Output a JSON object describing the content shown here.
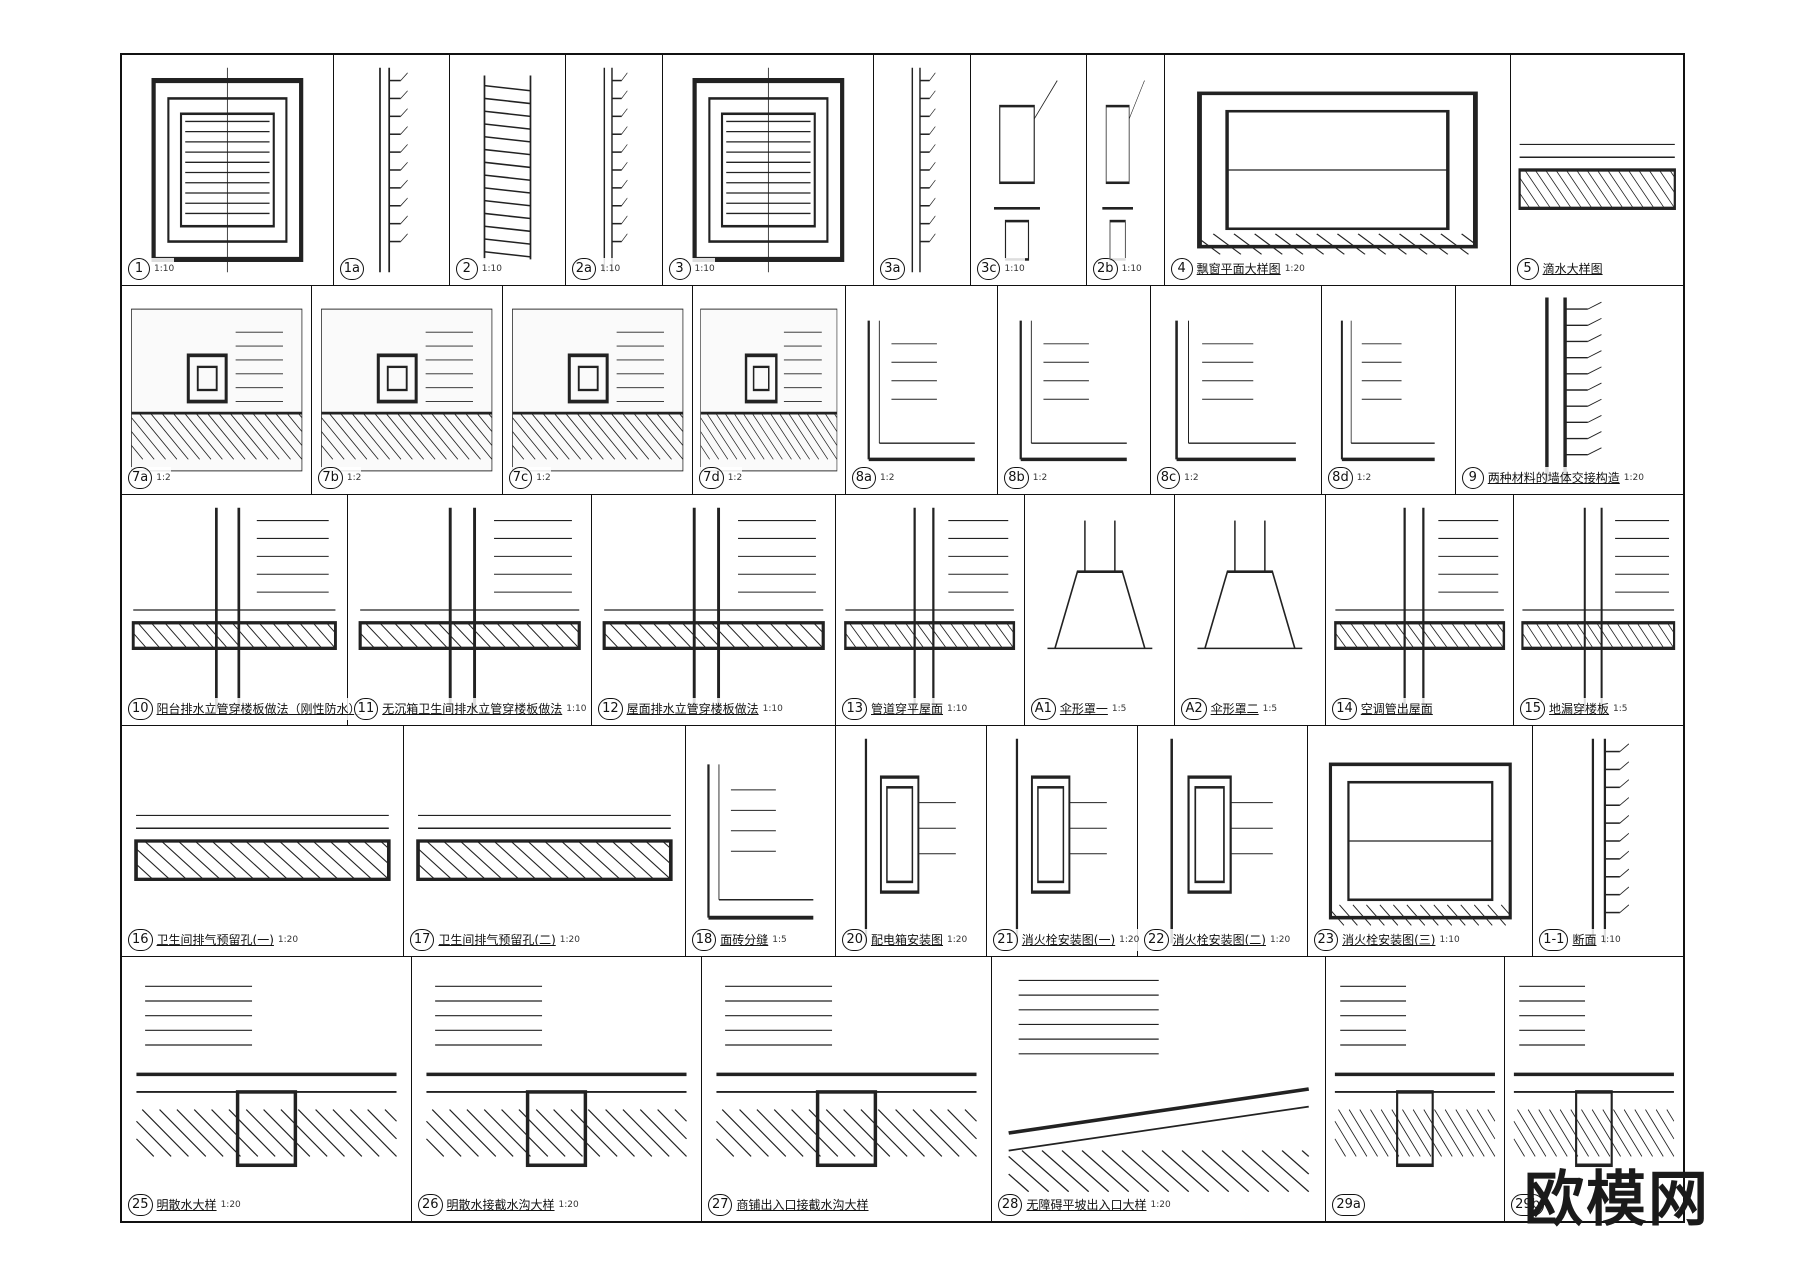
{
  "sheet": {
    "watermark": "欧模网",
    "rows": [
      [
        {
          "num": "1",
          "title": "",
          "scale": "1:10",
          "kind": "window"
        },
        {
          "num": "1a",
          "title": "",
          "scale": "",
          "kind": "wall"
        },
        {
          "num": "2",
          "title": "",
          "scale": "1:10",
          "kind": "louver"
        },
        {
          "num": "2a",
          "title": "",
          "scale": "1:10",
          "kind": "wall"
        },
        {
          "num": "3",
          "title": "",
          "scale": "1:10",
          "kind": "window"
        },
        {
          "num": "3a",
          "title": "",
          "scale": "",
          "kind": "wall"
        },
        {
          "num": "3c",
          "title": "",
          "scale": "1:10",
          "kind": "detail"
        },
        {
          "num": "2b",
          "title": "",
          "scale": "1:10",
          "kind": "detail"
        },
        {
          "num": "4",
          "title": "飘窗平面大样图",
          "scale": "1:20",
          "kind": "plan"
        },
        {
          "num": "5",
          "title": "滴水大样图",
          "scale": "",
          "kind": "slab"
        }
      ],
      [
        {
          "num": "7a",
          "title": "",
          "scale": "1:2",
          "kind": "frame"
        },
        {
          "num": "7b",
          "title": "",
          "scale": "1:2",
          "kind": "frame"
        },
        {
          "num": "7c",
          "title": "",
          "scale": "1:2",
          "kind": "frame"
        },
        {
          "num": "7d",
          "title": "",
          "scale": "1:2",
          "kind": "frame"
        },
        {
          "num": "8a",
          "title": "",
          "scale": "1:2",
          "kind": "corner"
        },
        {
          "num": "8b",
          "title": "",
          "scale": "1:2",
          "kind": "corner"
        },
        {
          "num": "8c",
          "title": "",
          "scale": "1:2",
          "kind": "corner"
        },
        {
          "num": "8d",
          "title": "",
          "scale": "1:2",
          "kind": "corner"
        },
        {
          "num": "9",
          "title": "两种材料的墙体交接构造",
          "scale": "1:20",
          "kind": "wall"
        }
      ],
      [
        {
          "num": "10",
          "title": "阳台排水立管穿楼板做法（刚性防水）",
          "scale": "",
          "kind": "pipe"
        },
        {
          "num": "11",
          "title": "无沉箱卫生间排水立管穿楼板做法",
          "scale": "1:10",
          "kind": "pipe"
        },
        {
          "num": "12",
          "title": "屋面排水立管穿楼板做法",
          "scale": "1:10",
          "kind": "pipe"
        },
        {
          "num": "13",
          "title": "管道穿平屋面",
          "scale": "1:10",
          "kind": "pipe"
        },
        {
          "num": "A1",
          "title": "伞形罩一",
          "scale": "1:5",
          "kind": "hood"
        },
        {
          "num": "A2",
          "title": "伞形罩二",
          "scale": "1:5",
          "kind": "hood"
        },
        {
          "num": "14",
          "title": "空调管出屋面",
          "scale": "",
          "kind": "pipe"
        },
        {
          "num": "15",
          "title": "地漏穿楼板",
          "scale": "1:5",
          "kind": "pipe"
        }
      ],
      [
        {
          "num": "16",
          "title": "卫生间排气预留孔(一)",
          "scale": "1:20",
          "kind": "slab"
        },
        {
          "num": "17",
          "title": "卫生间排气预留孔(二)",
          "scale": "1:20",
          "kind": "slab"
        },
        {
          "num": "18",
          "title": "面砖分缝",
          "scale": "1:5",
          "kind": "corner"
        },
        {
          "num": "20",
          "title": "配电箱安装图",
          "scale": "1:20",
          "kind": "box"
        },
        {
          "num": "21",
          "title": "消火栓安装图(一)",
          "scale": "1:20",
          "kind": "box"
        },
        {
          "num": "22",
          "title": "消火栓安装图(二)",
          "scale": "1:20",
          "kind": "box"
        },
        {
          "num": "23",
          "title": "消火栓安装图(三)",
          "scale": "1:10",
          "kind": "plan"
        },
        {
          "num": "1-1",
          "title": "断面",
          "scale": "1:10",
          "kind": "wall"
        }
      ],
      [
        {
          "num": "25",
          "title": "明散水大样",
          "scale": "1:20",
          "kind": "ground"
        },
        {
          "num": "26",
          "title": "明散水接截水沟大样",
          "scale": "1:20",
          "kind": "ground"
        },
        {
          "num": "27",
          "title": "商铺出入口接截水沟大样",
          "scale": "",
          "kind": "ground"
        },
        {
          "num": "28",
          "title": "无障碍平坡出入口大样",
          "scale": "1:20",
          "kind": "ramp"
        },
        {
          "num": "29a",
          "title": "",
          "scale": "",
          "kind": "ground"
        },
        {
          "num": "29b",
          "title": "",
          "scale": "",
          "kind": "ground"
        }
      ]
    ]
  }
}
